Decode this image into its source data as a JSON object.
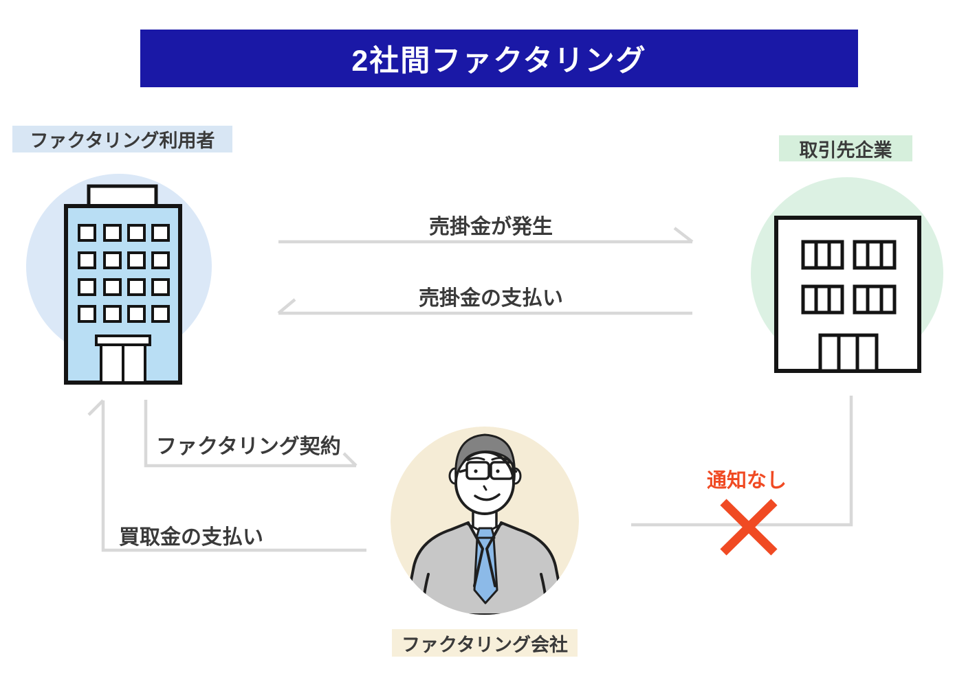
{
  "banner": {
    "title": "2社間ファクタリング",
    "bg_color": "#1a18a6",
    "text_color": "#ffffff"
  },
  "actors": {
    "user": {
      "label": "ファクタリング利用者",
      "label_bg": "#d8e6f4",
      "circle_color": "#dbe8f7",
      "building_color": "#b9def4",
      "icon": "office-building"
    },
    "client": {
      "label": "取引先企業",
      "label_bg": "#d6efdc",
      "circle_color": "#dcf1e3",
      "building_color": "#ffffff",
      "icon": "office-building"
    },
    "factor": {
      "label": "ファクタリング会社",
      "label_bg": "#f7efda",
      "circle_color": "#f5ecd6",
      "icon": "businessman"
    }
  },
  "flows": {
    "receivable": {
      "label": "売掛金が発生",
      "from": "user",
      "to": "client"
    },
    "payment": {
      "label": "売掛金の支払い",
      "from": "client",
      "to": "user"
    },
    "contract": {
      "label": "ファクタリング契約",
      "from": "user",
      "to": "factor"
    },
    "buyout": {
      "label": "買取金の支払い",
      "from": "factor",
      "to": "user"
    },
    "no_notice": {
      "label": "通知なし",
      "from": "factor",
      "to": "client",
      "blocked": true,
      "color": "#f04a23"
    }
  },
  "style": {
    "line_color": "#d8d8d8",
    "text_color": "#3a3a3a",
    "cross_color": "#f04a23"
  }
}
